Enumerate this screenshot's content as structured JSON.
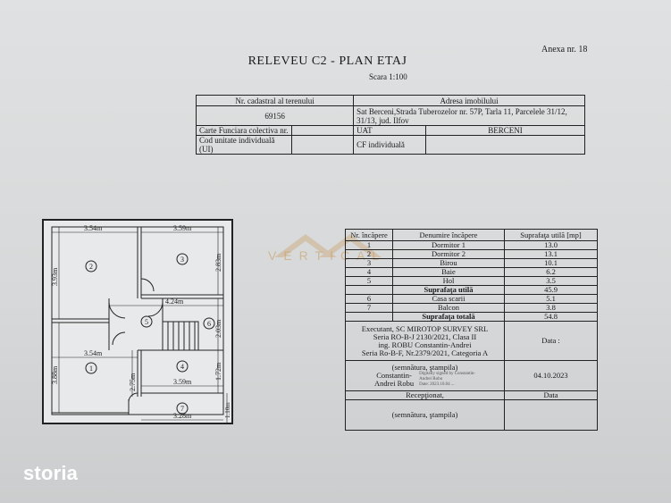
{
  "header": {
    "anexa": "Anexa nr. 18",
    "title": "RELEVEU C2 - PLAN ETAJ",
    "scale": "Scara 1:100"
  },
  "cadastral": {
    "h_nr": "Nr. cadastral al terenului",
    "h_adresa": "Adresa imobilului",
    "nr": "69156",
    "adresa": "Sat Berceni,Strada Tuberozelor nr. 57P, Tarla 11, Parcelele 31/12, 31/13, jud. Ilfov",
    "cf_label": "Carte Funciara colectiva nr.",
    "uat_label": "UAT",
    "uat_value": "BERCENI",
    "ui_label": "Cod unitate individuală (UI)",
    "cf_ind_label": "CF individuală"
  },
  "rooms_table": {
    "h_nr": "Nr. încăpere",
    "h_den": "Denumire încăpere",
    "h_sup": "Suprafaţa utilă [mp]",
    "rows": [
      {
        "nr": "1",
        "name": "Dormitor 1",
        "area": "13.0"
      },
      {
        "nr": "2",
        "name": "Dormitor 2",
        "area": "13.1"
      },
      {
        "nr": "3",
        "name": "Birou",
        "area": "10.1"
      },
      {
        "nr": "4",
        "name": "Baie",
        "area": "6.2"
      },
      {
        "nr": "5",
        "name": "Hol",
        "area": "3.5"
      }
    ],
    "util_label": "Suprafaţa utilă",
    "util_value": "45.9",
    "rows2": [
      {
        "nr": "6",
        "name": "Casa scarii",
        "area": "5.1"
      },
      {
        "nr": "7",
        "name": "Balcon",
        "area": "3.8"
      }
    ],
    "total_label": "Suprafaţa totală",
    "total_value": "54.8",
    "executant": [
      "Executant, SC MIROTOP SURVEY SRL",
      "Seria RO-B-J 2130/2021, Clasa II",
      "ing. ROBU Constantin-Andrei",
      "Seria Ro-B-F, Nr.2379/2021, Categoria A"
    ],
    "data_label": "Data :",
    "semn1": "(semnătura, ştampila)",
    "signer": [
      "Constantin-",
      "Andrei Robu"
    ],
    "sig_small": [
      "Digitally signed by Constantin-",
      "Andrei Robu",
      "Date: 2023.10.04 ..."
    ],
    "date": "04.10.2023",
    "receptionat": "Recepţionat,",
    "data2": "Data",
    "semn2": "(semnătura, ştampila)"
  },
  "plan": {
    "dims": [
      "3.54m",
      "3.59m",
      "3.93m",
      "2.83m",
      "4.24m",
      "2.03m",
      "3.54m",
      "3.88m",
      "2.75m",
      "3.59m",
      "1.72m",
      "3.28m",
      "1.10m"
    ],
    "room_nums": [
      "2",
      "3",
      "5",
      "6",
      "1",
      "4",
      "7"
    ]
  },
  "watermark": "VERTICAL",
  "brand": "storia"
}
